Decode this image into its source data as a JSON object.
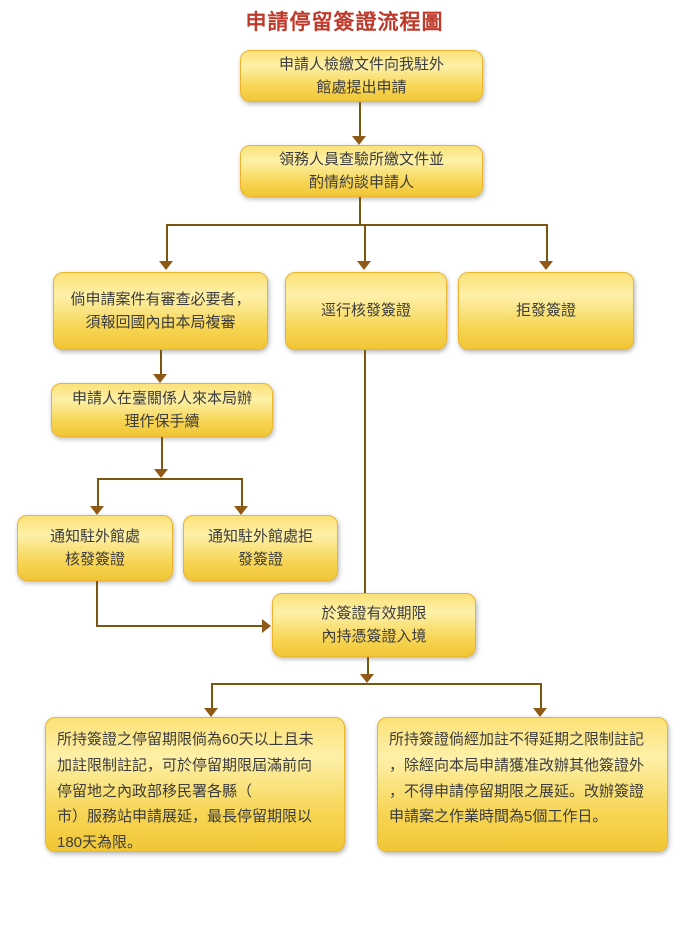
{
  "page": {
    "title": "申請停留簽證流程圖"
  },
  "colors": {
    "title_red": "#c03a2b",
    "box_border": "#eab42f",
    "box_fill_top": "#fce178",
    "box_fill_highlight": "#fdf0a8",
    "box_fill_bottom": "#f1c636",
    "connector_line": "#7b560f",
    "arrowhead": "#8f5a15",
    "text": "#3c3c3c"
  },
  "nodes": {
    "apply": {
      "label": "申請人檢繳文件向我駐外\n館處提出申請"
    },
    "examine": {
      "label": "領務人員查驗所繳文件並\n酌情約談申請人"
    },
    "further_review": {
      "label": "倘申請案件有審查必要者，\n須報回國內由本局複審"
    },
    "issue_directly": {
      "label": "逕行核發簽證"
    },
    "refuse": {
      "label": "拒發簽證"
    },
    "guarantor": {
      "label": "申請人在臺關係人來本局辦\n理作保手續"
    },
    "notify_issue": {
      "label": "通知駐外館處\n核發簽證"
    },
    "notify_refuse": {
      "label": "通知駐外館處拒\n發簽證"
    },
    "entry": {
      "label": "於簽證有效期限\n內持憑簽證入境"
    },
    "extension": {
      "label": "所持簽證之停留期限倘為60天以上且未\n加註限制註記，可於停留期限屆滿前向\n停留地之內政部移民署各縣（\n市）服務站申請展延，最長停留期限以\n180天為限。"
    },
    "no_extension": {
      "label": "所持簽證倘經加註不得延期之限制註記\n，除經向本局申請獲准改辦其他簽證外\n，不得申請停留期限之展延。改辦簽證\n申請案之作業時間為5個工作日。"
    }
  }
}
